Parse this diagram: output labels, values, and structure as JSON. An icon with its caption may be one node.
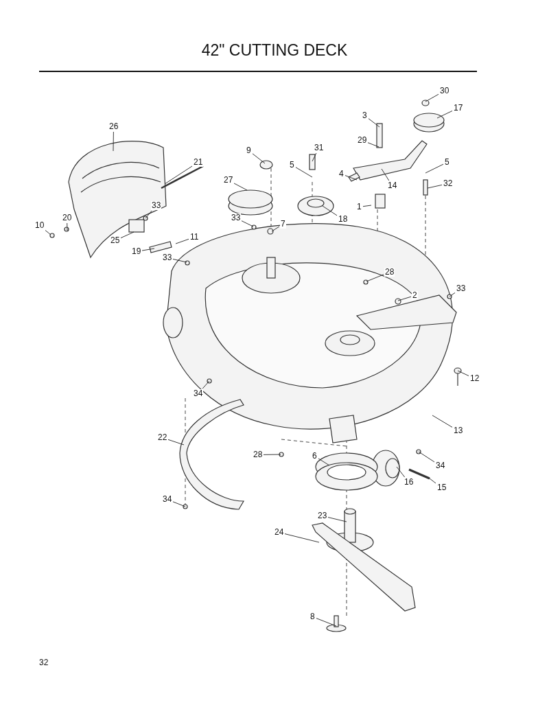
{
  "diagram": {
    "title": "42\" CUTTING DECK",
    "nodes": [
      {
        "text": [
          "26"
        ]
      },
      {
        "text": [
          "21"
        ]
      },
      {
        "text": [
          "10"
        ]
      },
      {
        "text": [
          "20"
        ]
      },
      {
        "text": [
          "33"
        ]
      },
      {
        "text": [
          "25"
        ]
      },
      {
        "text": [
          "19"
        ]
      },
      {
        "text": [
          "11"
        ]
      },
      {
        "text": [
          "9"
        ]
      },
      {
        "text": [
          "31"
        ]
      },
      {
        "text": [
          "5"
        ]
      },
      {
        "text": [
          "27"
        ]
      },
      {
        "text": [
          "33"
        ]
      },
      {
        "text": [
          "7"
        ]
      },
      {
        "text": [
          "18"
        ]
      },
      {
        "text": [
          "3"
        ]
      },
      {
        "text": [
          "29"
        ]
      },
      {
        "text": [
          "4"
        ]
      },
      {
        "text": [
          "14"
        ]
      },
      {
        "text": [
          "1"
        ]
      },
      {
        "text": [
          "30"
        ]
      },
      {
        "text": [
          "17"
        ]
      },
      {
        "text": [
          "5"
        ]
      },
      {
        "text": [
          "32"
        ]
      },
      {
        "text": [
          "33"
        ]
      },
      {
        "text": [
          "28"
        ]
      },
      {
        "text": [
          "2"
        ]
      },
      {
        "text": [
          "33"
        ]
      },
      {
        "text": [
          "12"
        ]
      },
      {
        "text": [
          "34"
        ]
      },
      {
        "text": [
          "13"
        ]
      },
      {
        "text": [
          "22"
        ]
      },
      {
        "text": [
          "28"
        ]
      },
      {
        "text": [
          "6"
        ]
      },
      {
        "text": [
          "34"
        ]
      },
      {
        "text": [
          "16"
        ]
      },
      {
        "text": [
          "15"
        ]
      },
      {
        "text": [
          "23"
        ]
      },
      {
        "text": [
          "34"
        ]
      },
      {
        "text": [
          "24"
        ]
      },
      {
        "text": [
          "8"
        ]
      }
    ],
    "edges": [
      {
        "from": 0,
        "to": null,
        "arrow": "none"
      },
      {
        "from": 1,
        "to": null,
        "arrow": "none"
      },
      {
        "from": 2,
        "to": null,
        "arrow": "none"
      },
      {
        "from": 3,
        "to": null,
        "arrow": "none"
      },
      {
        "from": 4,
        "to": null,
        "arrow": "none"
      },
      {
        "from": 5,
        "to": null,
        "arrow": "none"
      },
      {
        "from": 6,
        "to": null,
        "arrow": "none"
      },
      {
        "from": 7,
        "to": null,
        "arrow": "none"
      },
      {
        "from": 8,
        "to": null,
        "arrow": "none"
      },
      {
        "from": 9,
        "to": null,
        "arrow": "none"
      },
      {
        "from": 10,
        "to": null,
        "arrow": "none"
      },
      {
        "from": 11,
        "to": null,
        "arrow": "none"
      },
      {
        "from": 12,
        "to": null,
        "arrow": "none"
      },
      {
        "from": 13,
        "to": null,
        "arrow": "none"
      },
      {
        "from": 14,
        "to": null,
        "arrow": "none"
      },
      {
        "from": 15,
        "to": null,
        "arrow": "none"
      },
      {
        "from": 16,
        "to": null,
        "arrow": "none"
      },
      {
        "from": 17,
        "to": null,
        "arrow": "none"
      },
      {
        "from": 18,
        "to": null,
        "arrow": "none"
      },
      {
        "from": 19,
        "to": null,
        "arrow": "none"
      },
      {
        "from": 20,
        "to": null,
        "arrow": "none"
      },
      {
        "from": 21,
        "to": null,
        "arrow": "none"
      },
      {
        "from": 22,
        "to": null,
        "arrow": "none"
      },
      {
        "from": 23,
        "to": null,
        "arrow": "none"
      },
      {
        "from": 24,
        "to": null,
        "arrow": "none"
      },
      {
        "from": 25,
        "to": null,
        "arrow": "none"
      },
      {
        "from": 26,
        "to": null,
        "arrow": "none"
      },
      {
        "from": 27,
        "to": null,
        "arrow": "none"
      },
      {
        "from": 28,
        "to": null,
        "arrow": "none"
      },
      {
        "from": 29,
        "to": null,
        "arrow": "none"
      },
      {
        "from": 30,
        "to": null,
        "arrow": "none"
      },
      {
        "from": 31,
        "to": null,
        "arrow": "none"
      },
      {
        "from": 32,
        "to": null,
        "arrow": "none"
      },
      {
        "from": 33,
        "to": null,
        "arrow": "none"
      },
      {
        "from": 34,
        "to": null,
        "arrow": "none"
      },
      {
        "from": 35,
        "to": null,
        "arrow": "none"
      },
      {
        "from": 36,
        "to": null,
        "arrow": "none"
      },
      {
        "from": 37,
        "to": null,
        "arrow": "none"
      },
      {
        "from": 38,
        "to": null,
        "arrow": "none"
      },
      {
        "from": 39,
        "to": null,
        "arrow": "none"
      },
      {
        "from": 40,
        "to": null,
        "arrow": "none"
      }
    ],
    "labels": [
      "32"
    ]
  }
}
